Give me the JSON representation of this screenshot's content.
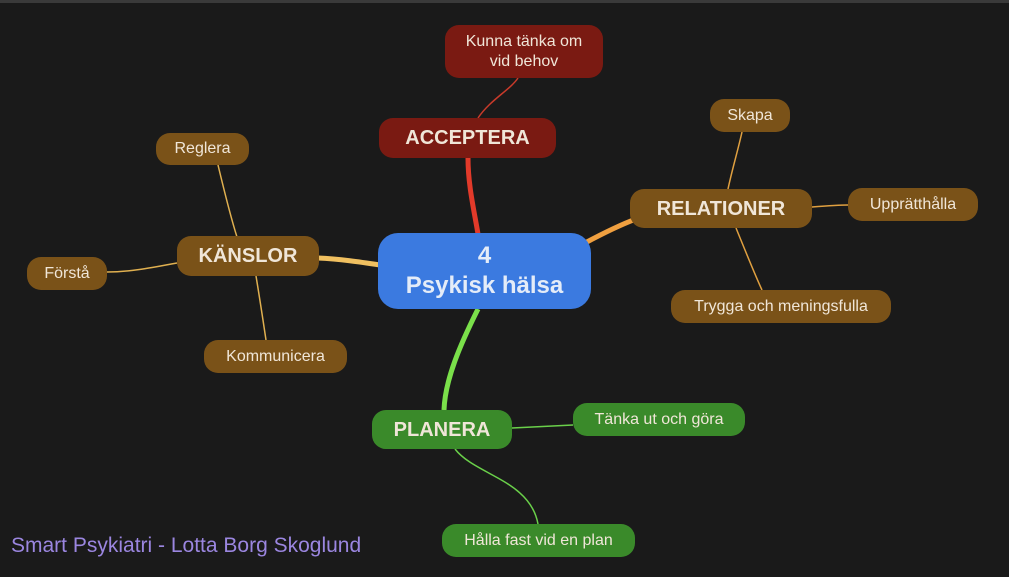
{
  "center": {
    "number": "4",
    "title": "Psykisk hälsa"
  },
  "branches": {
    "acceptera": {
      "label": "ACCEPTERA",
      "children": [
        "Kunna tänka om vid behov"
      ]
    },
    "relationer": {
      "label": "RELATIONER",
      "children": [
        "Skapa",
        "Upprätthålla",
        "Trygga och meningsfulla"
      ]
    },
    "kanslor": {
      "label": "KÄNSLOR",
      "children": [
        "Reglera",
        "Förstå",
        "Kommunicera"
      ]
    },
    "planera": {
      "label": "PLANERA",
      "children": [
        "Tänka ut och göra",
        "Hålla fast vid en plan"
      ]
    }
  },
  "footer": "Smart Psykiatri - Lotta Borg Skoglund",
  "colors": {
    "background": "#1a1a1a",
    "center": "#3b7ae0",
    "red": "#7a1a12",
    "brown": "#7a5218",
    "green": "#3a8a2a",
    "footer": "#9b86e0"
  }
}
